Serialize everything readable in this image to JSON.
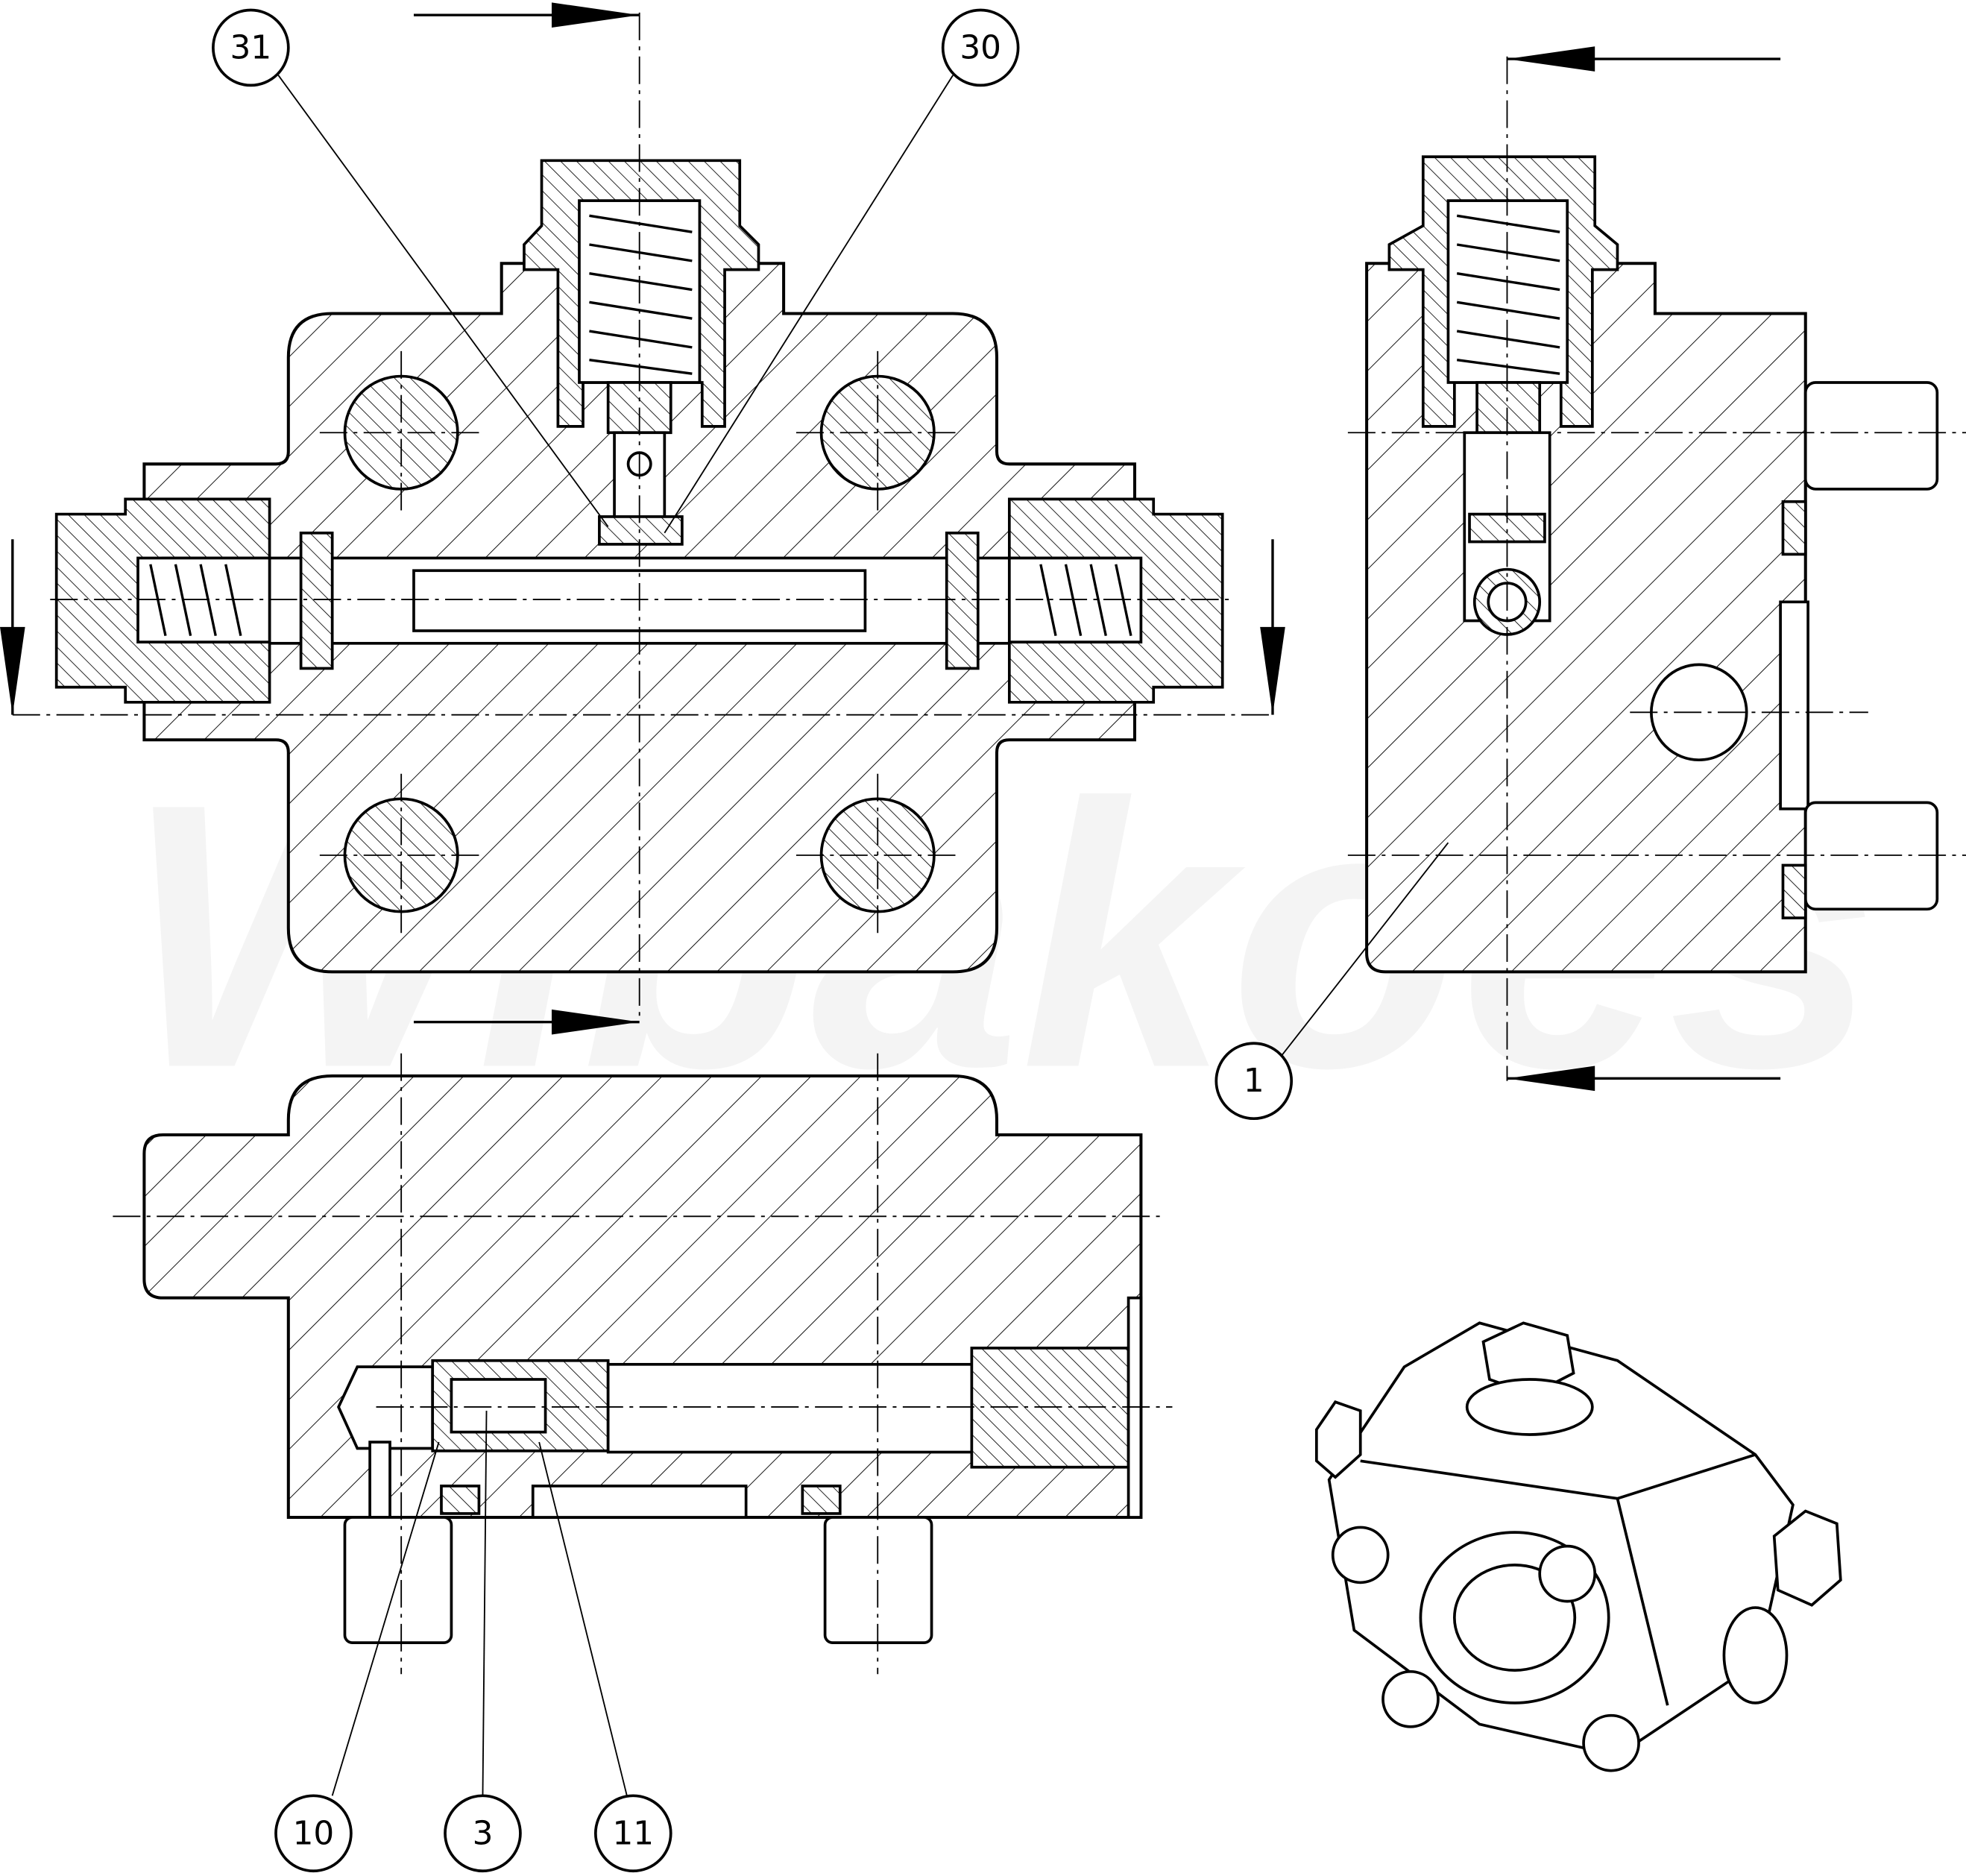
{
  "drawing": {
    "watermark": "Wibakoes",
    "balloons": [
      {
        "id": "31",
        "label": "31"
      },
      {
        "id": "30",
        "label": "30"
      },
      {
        "id": "1",
        "label": "1"
      },
      {
        "id": "10",
        "label": "10"
      },
      {
        "id": "3",
        "label": "3"
      },
      {
        "id": "11",
        "label": "11"
      }
    ],
    "line_color": "#000000",
    "background": "#ffffff"
  }
}
